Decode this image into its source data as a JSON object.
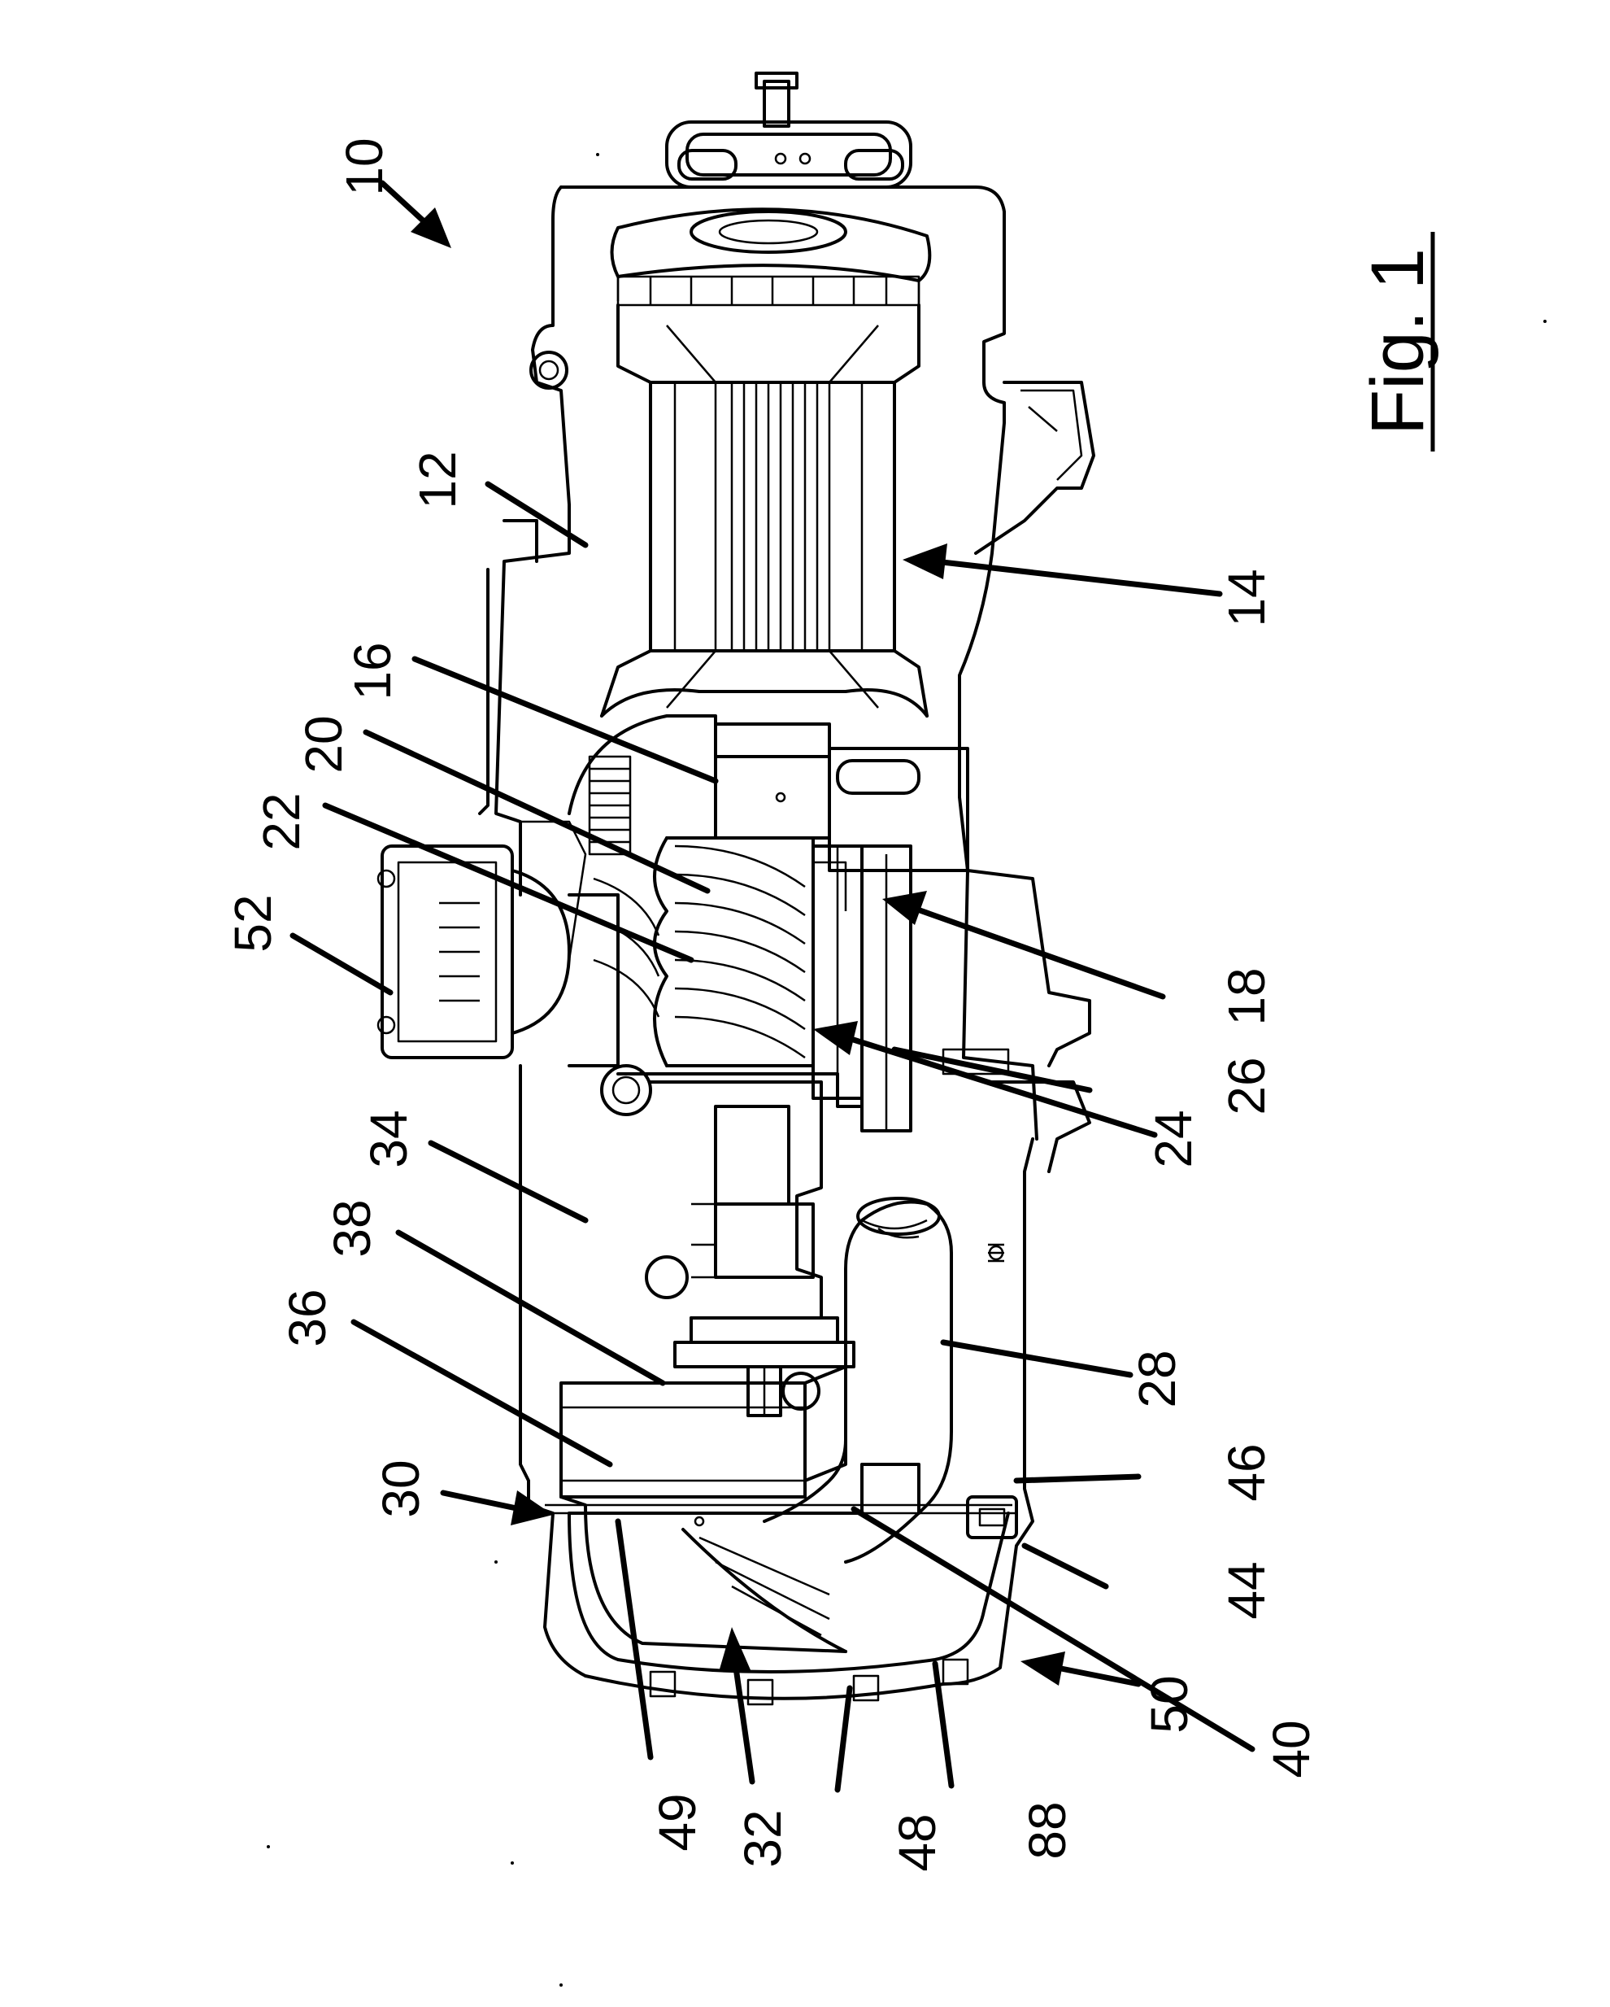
{
  "figure_label": "Fig. 1",
  "reference_numerals": {
    "r10": "10",
    "r12": "12",
    "r14": "14",
    "r16": "16",
    "r18": "18",
    "r20": "20",
    "r22": "22",
    "r24": "24",
    "r26": "26",
    "r28": "28",
    "r30": "30",
    "r32": "32",
    "r34": "34",
    "r36": "36",
    "r38": "38",
    "r40": "40",
    "r44": "44",
    "r46": "46",
    "r48": "48",
    "r49": "49",
    "r50": "50",
    "r52": "52",
    "r88": "88"
  }
}
